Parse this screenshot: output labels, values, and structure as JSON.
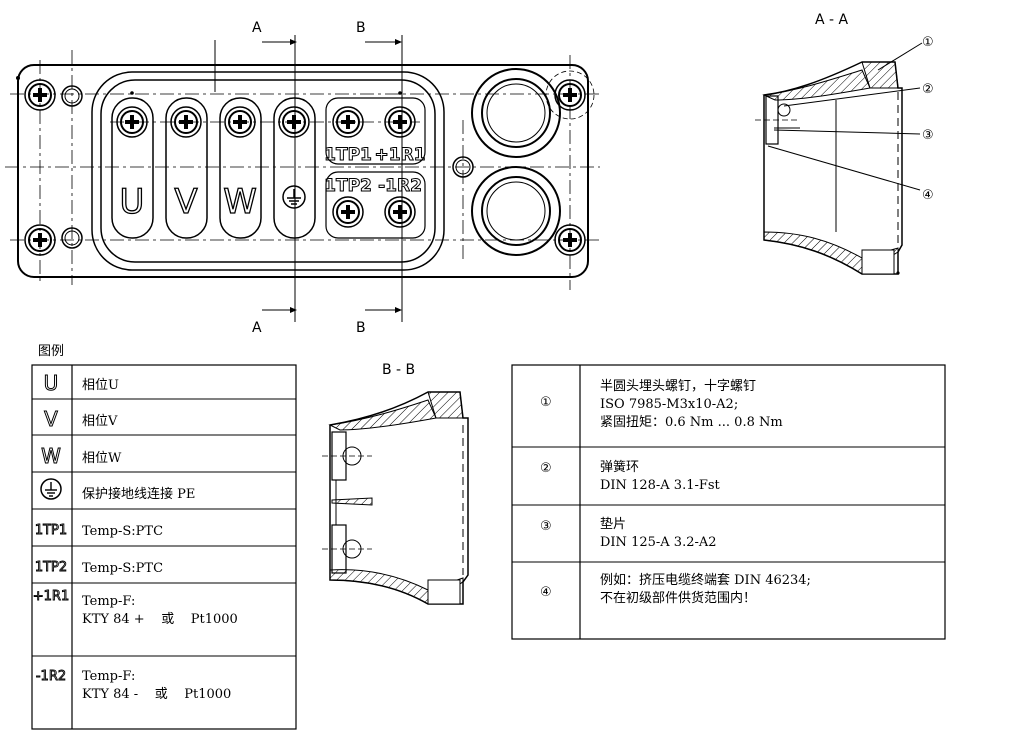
{
  "views": {
    "section_aa_title": "A - A",
    "section_bb_title": "B - B",
    "cut_a": "A",
    "cut_b": "B"
  },
  "terminals": {
    "u": "U",
    "v": "V",
    "w": "W",
    "tp1": "1TP1",
    "r1": "+1R1",
    "tp2": "1TP2",
    "r2": "-1R2"
  },
  "legend": {
    "title": "图例",
    "rows": [
      {
        "symbol": "U",
        "desc": "相位U"
      },
      {
        "symbol": "V",
        "desc": "相位V"
      },
      {
        "symbol": "W",
        "desc": "相位W"
      },
      {
        "symbol": "pe-ground-icon",
        "desc": "保护接地线连接 PE"
      },
      {
        "symbol": "1TP1",
        "desc": "Temp-S:PTC"
      },
      {
        "symbol": "1TP2",
        "desc": "Temp-S:PTC"
      },
      {
        "symbol": "+1R1",
        "desc1": "Temp-F:",
        "desc2": "KTY 84 +    或    Pt1000"
      },
      {
        "symbol": "-1R2",
        "desc1": "Temp-F:",
        "desc2": "KTY 84 -    或    Pt1000"
      }
    ]
  },
  "parts": {
    "callouts": [
      "①",
      "②",
      "③",
      "④"
    ],
    "rows": [
      {
        "num": "①",
        "lines": [
          "半圆头埋头螺钉，十字螺钉",
          "ISO 7985-M3x10-A2;",
          "紧固扭矩：0.6 Nm ... 0.8 Nm"
        ]
      },
      {
        "num": "②",
        "lines": [
          "弹簧环",
          "DIN 128-A 3.1-Fst"
        ]
      },
      {
        "num": "③",
        "lines": [
          "垫片",
          "DIN 125-A 3.2-A2"
        ]
      },
      {
        "num": "④",
        "lines": [
          "例如：挤压电缆终端套 DIN 46234;",
          "不在初级部件供货范围内！"
        ]
      }
    ]
  }
}
